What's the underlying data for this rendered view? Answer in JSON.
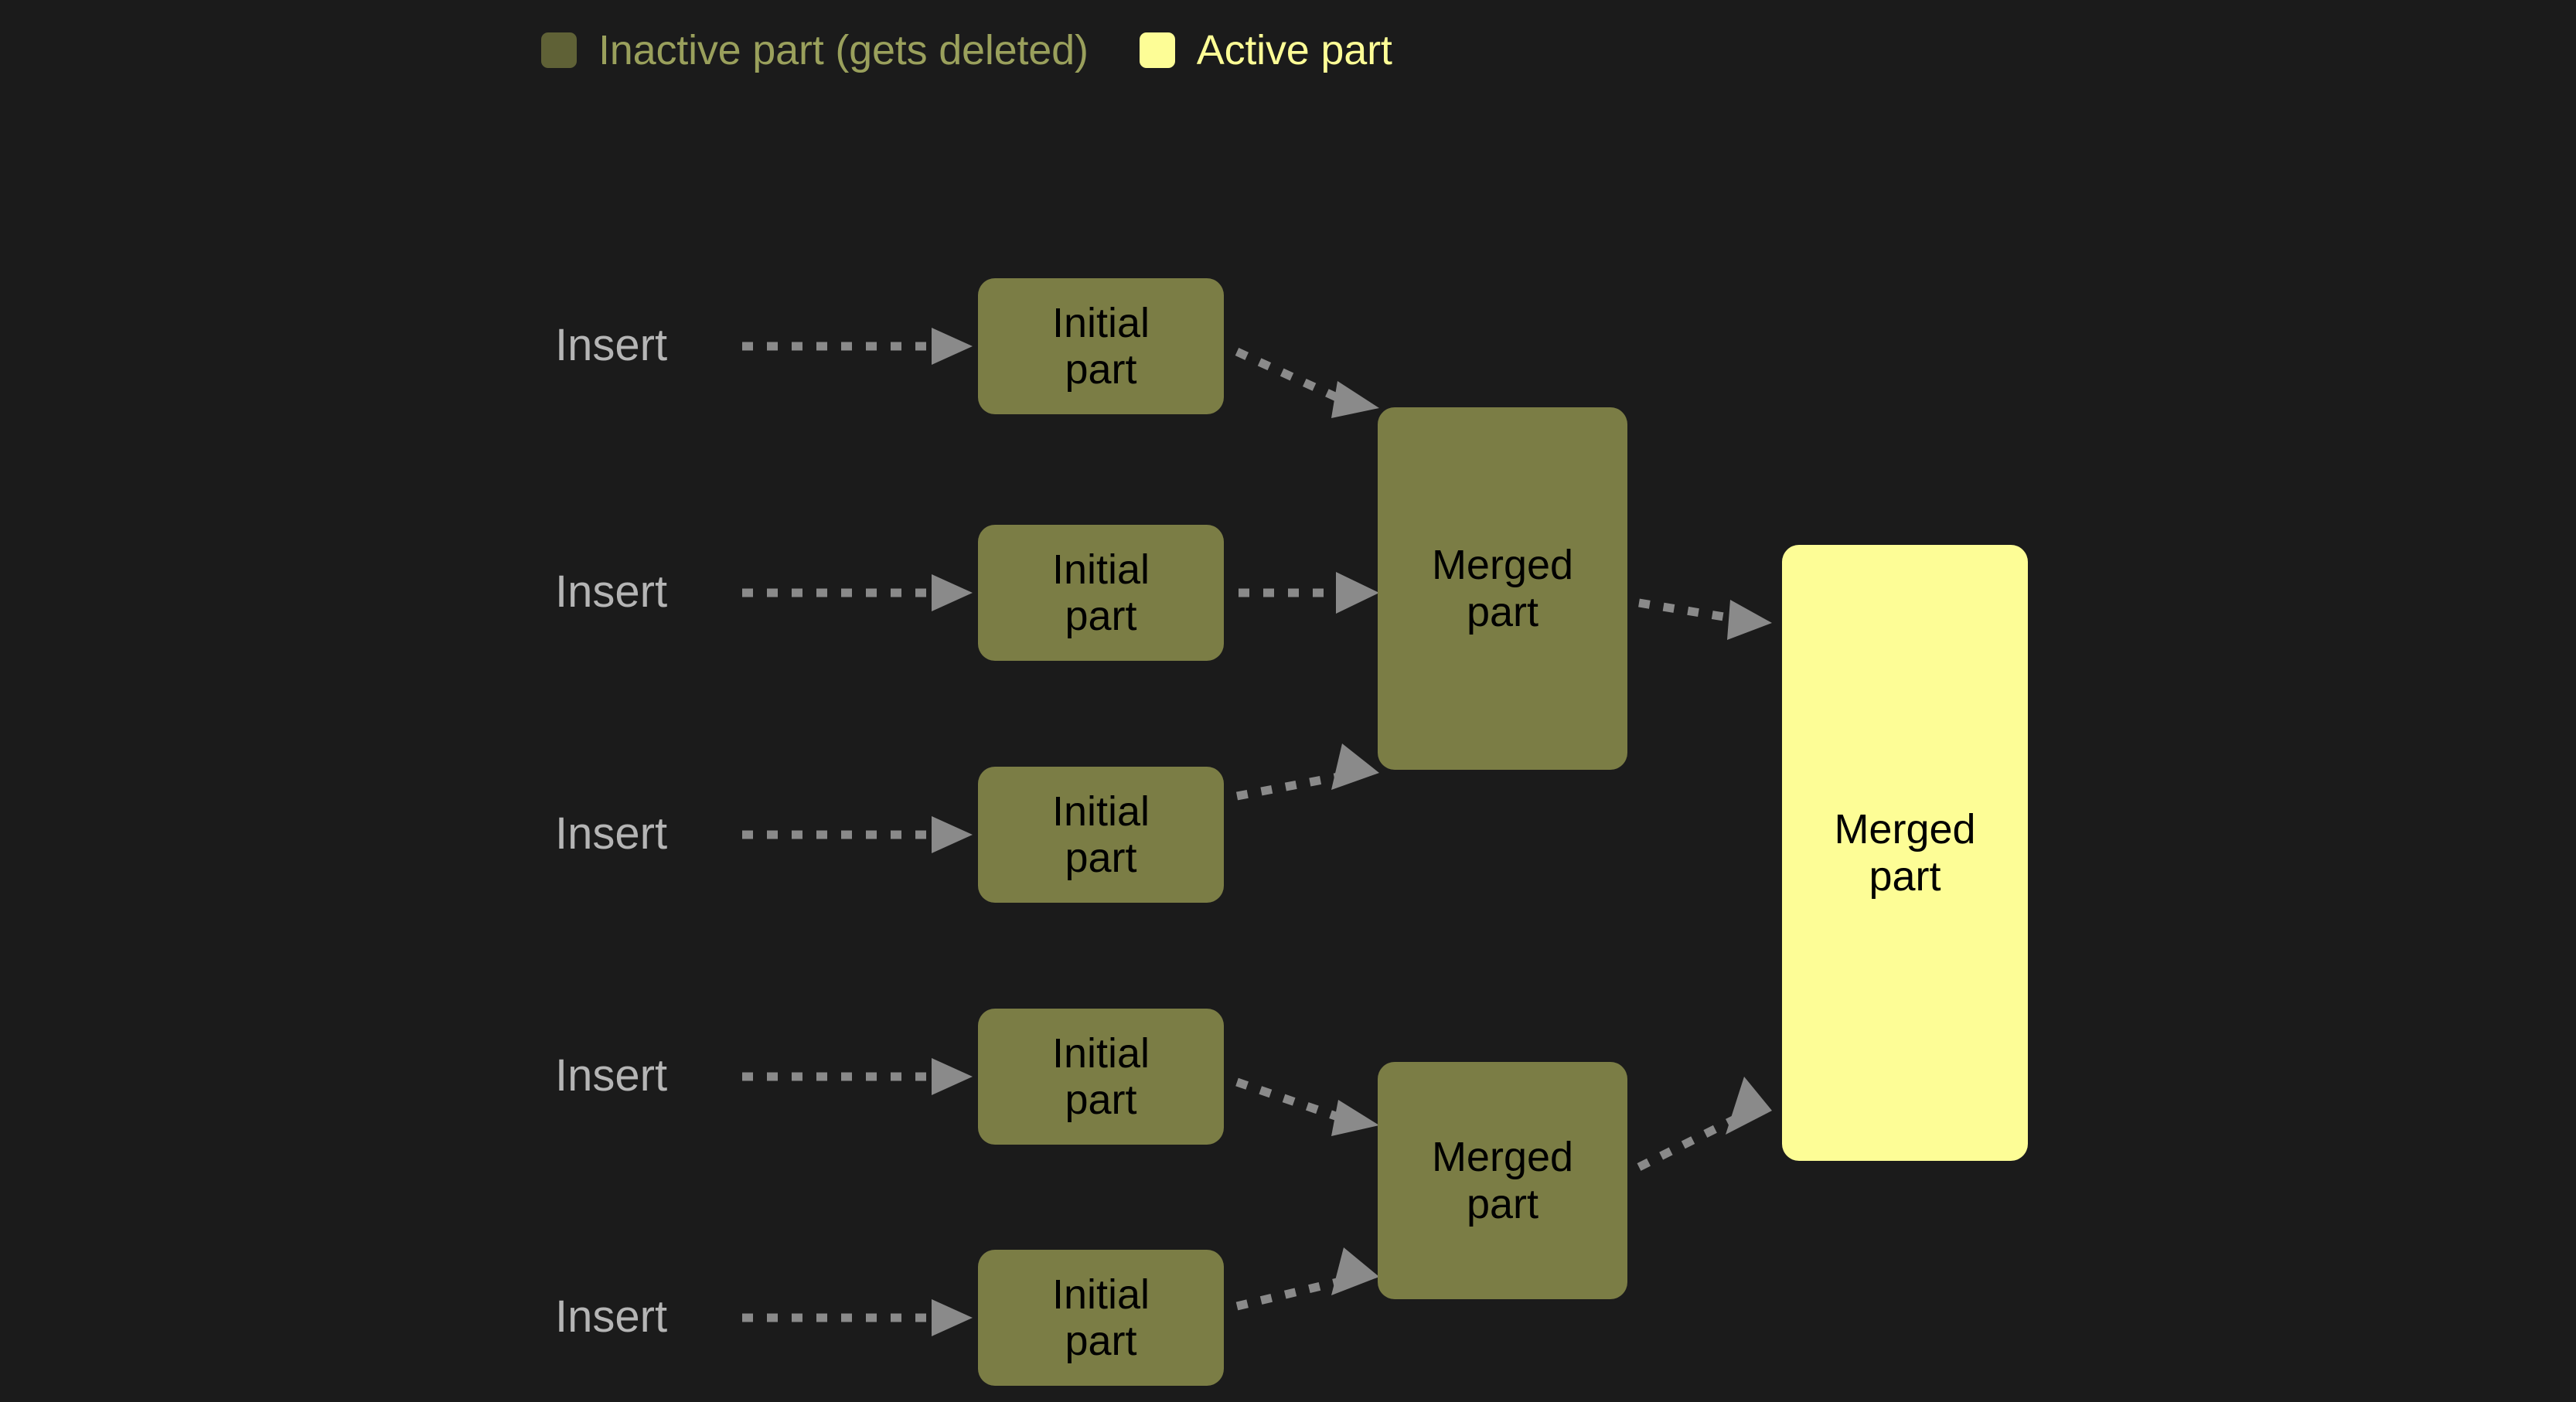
{
  "background_color": "#1b1b1b",
  "legend": {
    "entries": [
      {
        "swatch_icon": "square-swatch-icon",
        "label": "Inactive part (gets deleted)",
        "color": "#5f6136",
        "text_color": "#9aa05c"
      },
      {
        "swatch_icon": "square-swatch-icon",
        "label": "Active part",
        "color": "#fdfd96",
        "text_color": "#fdfd96"
      }
    ]
  },
  "colors": {
    "inactive_fill": "#7b7d45",
    "active_fill": "#fdfd96",
    "node_text": "#000000",
    "insert_text": "#b5b5b5",
    "arrow": "#8a8a8a"
  },
  "rows": [
    {
      "insert_label": "Insert",
      "node_label": "Initial\npart"
    },
    {
      "insert_label": "Insert",
      "node_label": "Initial\npart"
    },
    {
      "insert_label": "Insert",
      "node_label": "Initial\npart"
    },
    {
      "insert_label": "Insert",
      "node_label": "Initial\npart"
    },
    {
      "insert_label": "Insert",
      "node_label": "Initial\npart"
    }
  ],
  "merged": {
    "top": {
      "label": "Merged\npart",
      "state": "inactive"
    },
    "bottom": {
      "label": "Merged\npart",
      "state": "inactive"
    },
    "final": {
      "label": "Merged\npart",
      "state": "active"
    }
  },
  "arrow_icon": "dotted-arrow-icon"
}
